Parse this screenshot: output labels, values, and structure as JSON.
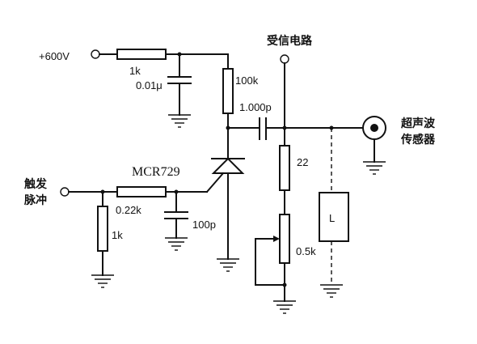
{
  "labels": {
    "supply": "+600V",
    "r_supply": "1k",
    "c_supply": "0.01μ",
    "r_pullup": "100k",
    "receiver": "受信电路",
    "c_coupling": "1.000p",
    "sensor_line1": "超声波",
    "sensor_line2": "传感器",
    "scr": "MCR729",
    "trigger_line1": "触发",
    "trigger_line2": "脉冲",
    "r_gate": "0.22k",
    "r_trigger": "1k",
    "c_gate": "100p",
    "r_series": "22",
    "pot": "0.5k",
    "inductor": "L"
  }
}
